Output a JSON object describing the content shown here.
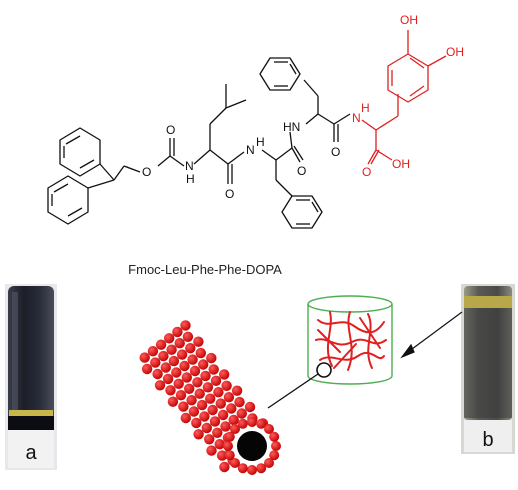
{
  "molecule": {
    "caption": "Fmoc-Leu-Phe-Phe-DOPA",
    "atoms": {
      "O": "O",
      "N": "N",
      "H": "H",
      "HN": "HN",
      "OH": "OH"
    }
  },
  "photos": {
    "left_label": "a",
    "right_label": "b"
  },
  "colors": {
    "bond": "#111111",
    "dopa": "#e02020",
    "sphere": "#dd1111",
    "cylinder": "#4caf50",
    "gel_top": "#bfae4a",
    "vial_dark": "#1d1f2a"
  }
}
